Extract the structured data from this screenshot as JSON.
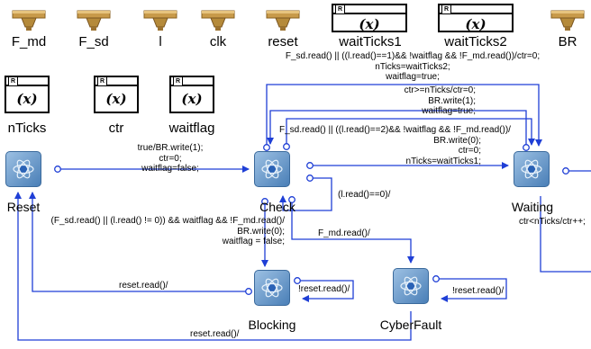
{
  "ports": [
    "F_md",
    "F_sd",
    "l",
    "clk",
    "reset",
    "BR"
  ],
  "variables": [
    {
      "name": "waitTicks1",
      "symbol": "(x)"
    },
    {
      "name": "waitTicks2",
      "symbol": "(x)"
    },
    {
      "name": "nTicks",
      "symbol": "(x)"
    },
    {
      "name": "ctr",
      "symbol": "(x)"
    },
    {
      "name": "waitflag",
      "symbol": "(x)"
    }
  ],
  "variable_badge": "R",
  "states": [
    "Reset",
    "Check",
    "Waiting",
    "Blocking",
    "CyberFault"
  ],
  "transitions": {
    "top_check_to_waiting": "F_sd.read() || ((l.read()==1)&& !waitflag && !F_md.read())/ctr=0;\nnTicks=waitTicks2;\nwaitflag=true;",
    "waiting_to_check": "ctr>=nTicks/ctr=0;\nBR.write(1);\nwaitflag=true;",
    "check_to_waiting_2": "F_sd.read() || ((l.read()==2)&& !waitflag && !F_md.read())/\nBR.write(0);\nctr=0;\nnTicks=waitTicks1;",
    "reset_to_check": "true/BR.write(1);\nctr=0;\nwaitflag=false;",
    "check_self": "(l.read()==0)/",
    "check_to_blocking": "(F_sd.read() || (l.read() != 0)) && waitflag && !F_md.read()/\nBR.write(0);\nwaitflag = false;",
    "waiting_self": "ctr<nTicks/ctr++;",
    "check_to_fault": "F_md.read()/",
    "blocking_to_reset": "reset.read()/",
    "blocking_self": "!reset.read()/",
    "fault_self": "!reset.read()/",
    "fault_to_reset": "reset.read()/"
  },
  "colors": {
    "arrow": "#1f3fd6",
    "state_fill": "#6f9fd0",
    "port": "#b58a3a"
  }
}
